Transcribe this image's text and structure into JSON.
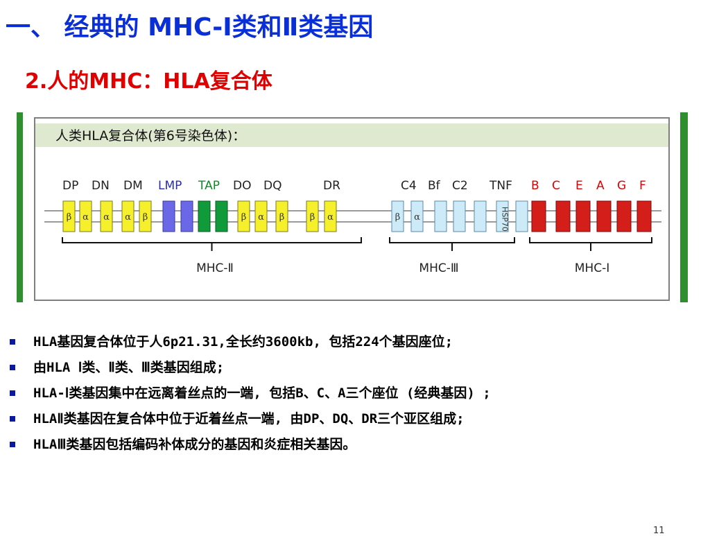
{
  "heading": {
    "title": "一、 经典的 MHC-Ⅰ类和Ⅱ类基因",
    "subtitle": "2.人的MHC：HLA复合体"
  },
  "figure": {
    "caption": "人类HLA复合体(第6号染色体)：",
    "colors": {
      "frame_border": "#7f7f7f",
      "caption_band": "#dfe9cf",
      "side_bar": "#2f8f2f",
      "yellow_gene": "#f6f02c",
      "blue_gene": "#6b68e8",
      "green_gene": "#119a3a",
      "light_blue_gene": "#cdeaf8",
      "red_gene": "#d41e1a"
    },
    "gene_labels": [
      {
        "text": "DP",
        "color": "#222222"
      },
      {
        "text": "DN",
        "color": "#222222"
      },
      {
        "text": "DM",
        "color": "#222222"
      },
      {
        "text": "LMP",
        "color": "#2a2ab8"
      },
      {
        "text": "TAP",
        "color": "#0e8a2a"
      },
      {
        "text": "DO",
        "color": "#222222"
      },
      {
        "text": "DQ",
        "color": "#222222"
      },
      {
        "text": "DR",
        "color": "#222222"
      },
      {
        "text": "C4",
        "color": "#222222"
      },
      {
        "text": "Bf",
        "color": "#222222"
      },
      {
        "text": "C2",
        "color": "#222222"
      },
      {
        "text": "TNF",
        "color": "#222222"
      },
      {
        "text": "B",
        "color": "#e00000"
      },
      {
        "text": "C",
        "color": "#e00000"
      },
      {
        "text": "E",
        "color": "#e00000"
      },
      {
        "text": "A",
        "color": "#e00000"
      },
      {
        "text": "G",
        "color": "#e00000"
      },
      {
        "text": "F",
        "color": "#e00000"
      }
    ],
    "genes": [
      {
        "type": "yellow",
        "label": "β"
      },
      {
        "type": "yellow",
        "label": "α"
      },
      {
        "type": "yellow",
        "label": "α"
      },
      {
        "type": "yellow",
        "label": "α"
      },
      {
        "type": "yellow",
        "label": "β"
      },
      {
        "type": "blue",
        "label": ""
      },
      {
        "type": "blue",
        "label": ""
      },
      {
        "type": "green",
        "label": ""
      },
      {
        "type": "green",
        "label": ""
      },
      {
        "type": "yellow",
        "label": "β"
      },
      {
        "type": "yellow",
        "label": "α"
      },
      {
        "type": "yellow",
        "label": "β"
      },
      {
        "type": "yellow",
        "label": "β"
      },
      {
        "type": "yellow",
        "label": "α"
      },
      {
        "type": "light_blue",
        "label": "β"
      },
      {
        "type": "light_blue",
        "label": "α"
      },
      {
        "type": "light_blue",
        "label": ""
      },
      {
        "type": "light_blue",
        "label": ""
      },
      {
        "type": "light_blue",
        "label": ""
      },
      {
        "type": "light_blue",
        "label": "HSP70"
      },
      {
        "type": "light_blue",
        "label": ""
      },
      {
        "type": "red",
        "label": ""
      },
      {
        "type": "red",
        "label": ""
      },
      {
        "type": "red",
        "label": ""
      },
      {
        "type": "red",
        "label": ""
      },
      {
        "type": "red",
        "label": ""
      },
      {
        "type": "red",
        "label": ""
      }
    ],
    "regions": [
      "MHC-Ⅱ",
      "MHC-Ⅲ",
      "MHC-Ⅰ"
    ]
  },
  "bullets": [
    "HLA基因复合体位于人6p21.31,全长约3600kb,  包括224个基因座位;",
    "由HLA Ⅰ类、Ⅱ类、Ⅲ类基因组成;",
    "HLA-Ⅰ类基因集中在远离着丝点的一端, 包括B、C、A三个座位 (经典基因) ;",
    "HLAⅡ类基因在复合体中位于近着丝点一端, 由DP、DQ、DR三个亚区组成;",
    "HLAⅢ类基因包括编码补体成分的基因和炎症相关基因。"
  ],
  "page_number": "11"
}
